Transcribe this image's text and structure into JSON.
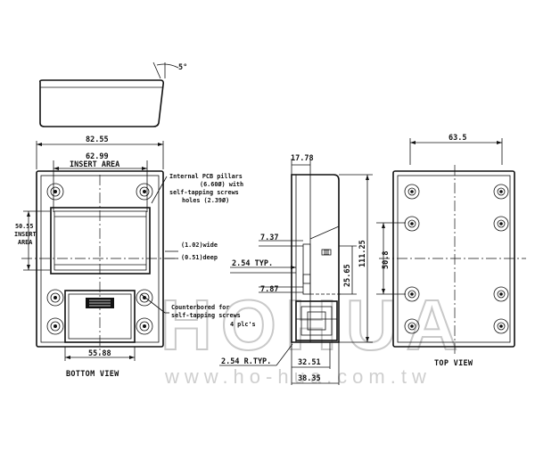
{
  "angle_label": "5°",
  "bottom_view": {
    "title": "BOTTOM VIEW",
    "dim_overall_width": "82.55",
    "dim_insert_width": "62.99",
    "insert_area_label": "INSERT AREA",
    "dim_insert_height": "50.55",
    "insert_label_1": "INSERT",
    "insert_label_2": "AREA",
    "dim_bottom_width": "55.88",
    "callout_pcb": [
      "Internal PCB pillars",
      "(6.60Ø) with",
      "self-tapping screws",
      "holes          (2.39Ø)"
    ],
    "callout_groove": [
      "(1.02)wide",
      "(0.51)deep"
    ],
    "callout_counterbore": [
      "Counterbored for",
      "self-tapping screws",
      "4 plc's"
    ]
  },
  "side_view": {
    "dim_top": "17.78",
    "dim_737": "7.37",
    "dim_254_typ": "2.54 TYP.",
    "dim_787": "7.87",
    "dim_2565": "25.65",
    "dim_11125": "111.25",
    "dim_254_rtyp": "2.54 R.TYP.",
    "dim_3251": "32.51",
    "dim_3835": "38.35"
  },
  "top_view": {
    "title": "TOP VIEW",
    "dim_width": "63.5",
    "dim_height": "50.8"
  },
  "watermark": {
    "brand": "HOHUA",
    "url": "www.ho-hua.com.tw"
  }
}
